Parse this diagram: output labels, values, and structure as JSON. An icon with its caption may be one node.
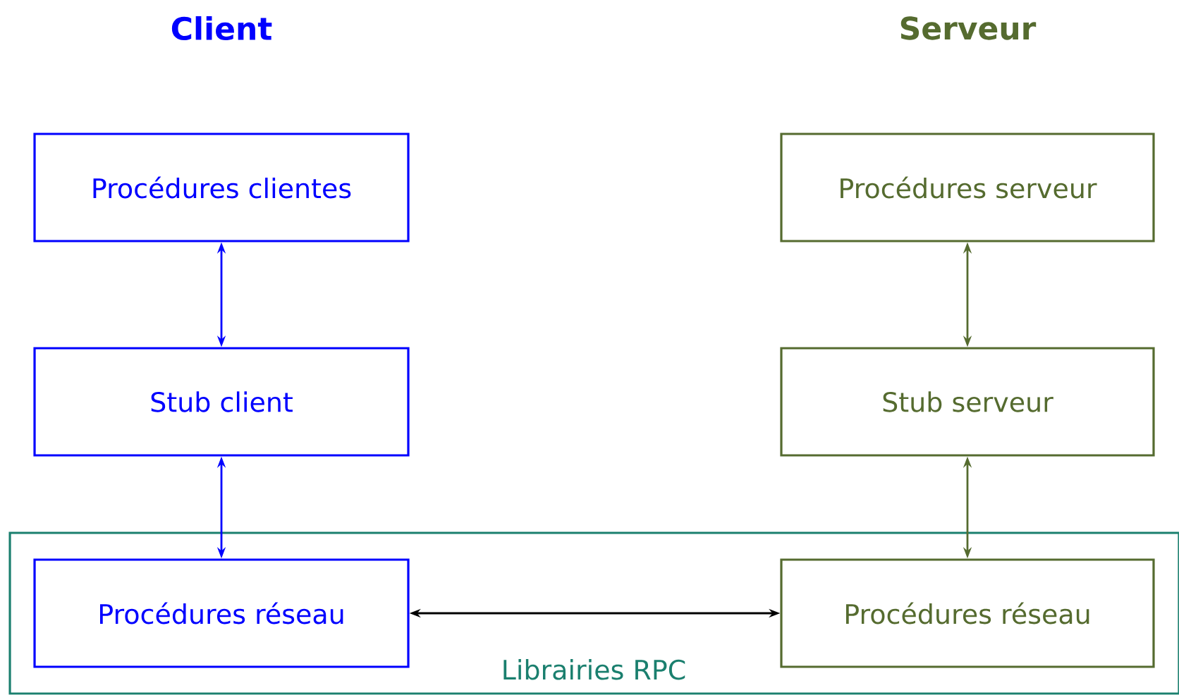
{
  "diagram": {
    "nodes": [
      {
        "text": [
          "Procédures clientes"
        ]
      },
      {
        "text": [
          "Procédures serveur"
        ]
      },
      {
        "text": [
          "Stub client"
        ]
      },
      {
        "text": [
          "Stub serveur"
        ]
      },
      {
        "text": [
          "Librairies RPC"
        ]
      },
      {
        "text": [
          "Procédures réseau"
        ],
        "in": 4
      },
      {
        "text": [
          "Procédures réseau"
        ],
        "in": 4
      }
    ],
    "edges": [
      {
        "from": 0,
        "to": 2,
        "arrow": "both",
        "color": "#0000ff"
      },
      {
        "from": 2,
        "to": 5,
        "arrow": "both",
        "color": "#0000ff"
      },
      {
        "from": 1,
        "to": 3,
        "arrow": "both",
        "color": "#556b2f"
      },
      {
        "from": 3,
        "to": 6,
        "arrow": "both",
        "color": "#556b2f"
      },
      {
        "from": 5,
        "to": 6,
        "arrow": "both",
        "color": "#000000"
      }
    ],
    "labels": [
      "Client",
      "Serveur"
    ]
  }
}
